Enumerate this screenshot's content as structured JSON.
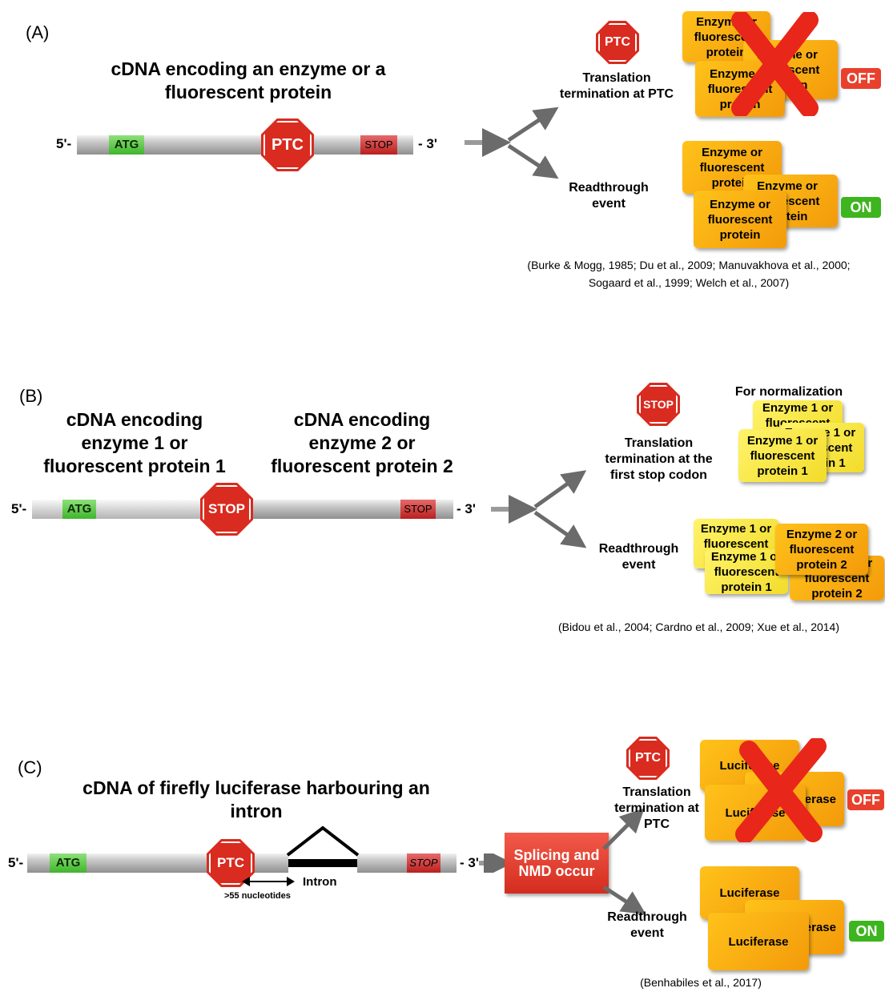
{
  "panel_a": {
    "label": "(A)",
    "title": "cDNA encoding an enzyme or a fluorescent protein",
    "five_prime": "5'-",
    "three_prime": "- 3'",
    "atg": "ATG",
    "ptc": "PTC",
    "stop": "STOP",
    "sign_ptc": "PTC",
    "outcome_top": "Translation termination at PTC",
    "outcome_bottom": "Readthrough event",
    "card_text": "Enzyme or fluorescent protein",
    "card_partial_1": "Enzyme or",
    "card_partial_2": "me or",
    "card_partial_3": "escent",
    "card_partial_4": "in",
    "card_partial_5": "yme or",
    "card_partial_6": "escent",
    "card_partial_7": "tein",
    "off": "OFF",
    "on": "ON",
    "citation_line1": "(Burke & Mogg, 1985; Du et al., 2009; Manuvakhova et al., 2000;",
    "citation_line2": "Sogaard et al., 1999; Welch et al., 2007)"
  },
  "panel_b": {
    "label": "(B)",
    "title_left": "cDNA encoding enzyme 1 or fluorescent protein 1",
    "title_right": "cDNA encoding enzyme 2 or fluorescent protein 2",
    "five_prime": "5'-",
    "three_prime": "- 3'",
    "atg": "ATG",
    "stop_sign": "STOP",
    "stop": "STOP",
    "sign_stop": "STOP",
    "normalization": "For normalization",
    "outcome_top": "Translation termination at the first stop codon",
    "outcome_bottom": "Readthrough event",
    "card1_text": "Enzyme 1 or fluorescent protein 1",
    "card2_text": "Enzyme 2 or fluorescent protein 2",
    "citation": "(Bidou et al., 2004; Cardno et al., 2009; Xue et al., 2014)"
  },
  "panel_c": {
    "label": "(C)",
    "title": "cDNA of firefly luciferase harbouring an intron",
    "five_prime": "5'-",
    "three_prime": "- 3'",
    "atg": "ATG",
    "ptc": "PTC",
    "stop": "STOP",
    "intron": "Intron",
    "distance": ">55 nucleotides",
    "splice_box": "Splicing and NMD occur",
    "sign_ptc": "PTC",
    "outcome_top": "Translation termination at PTC",
    "outcome_bottom": "Readthrough event",
    "card_text": "Luciferase",
    "card_partial_1": "Luci",
    "card_partial_2": "ase",
    "card_partial_3": "Lu",
    "off": "OFF",
    "on": "ON",
    "citation": "(Benhabiles et al., 2017)"
  },
  "colors": {
    "stop_red": "#d92b1f",
    "card_orange": "#f7a814",
    "card_yellow": "#f5e43a",
    "on_green": "#3db51e",
    "off_red": "#e8402c",
    "atg_green": "#4cc23a",
    "cross_red": "#e8261a"
  }
}
